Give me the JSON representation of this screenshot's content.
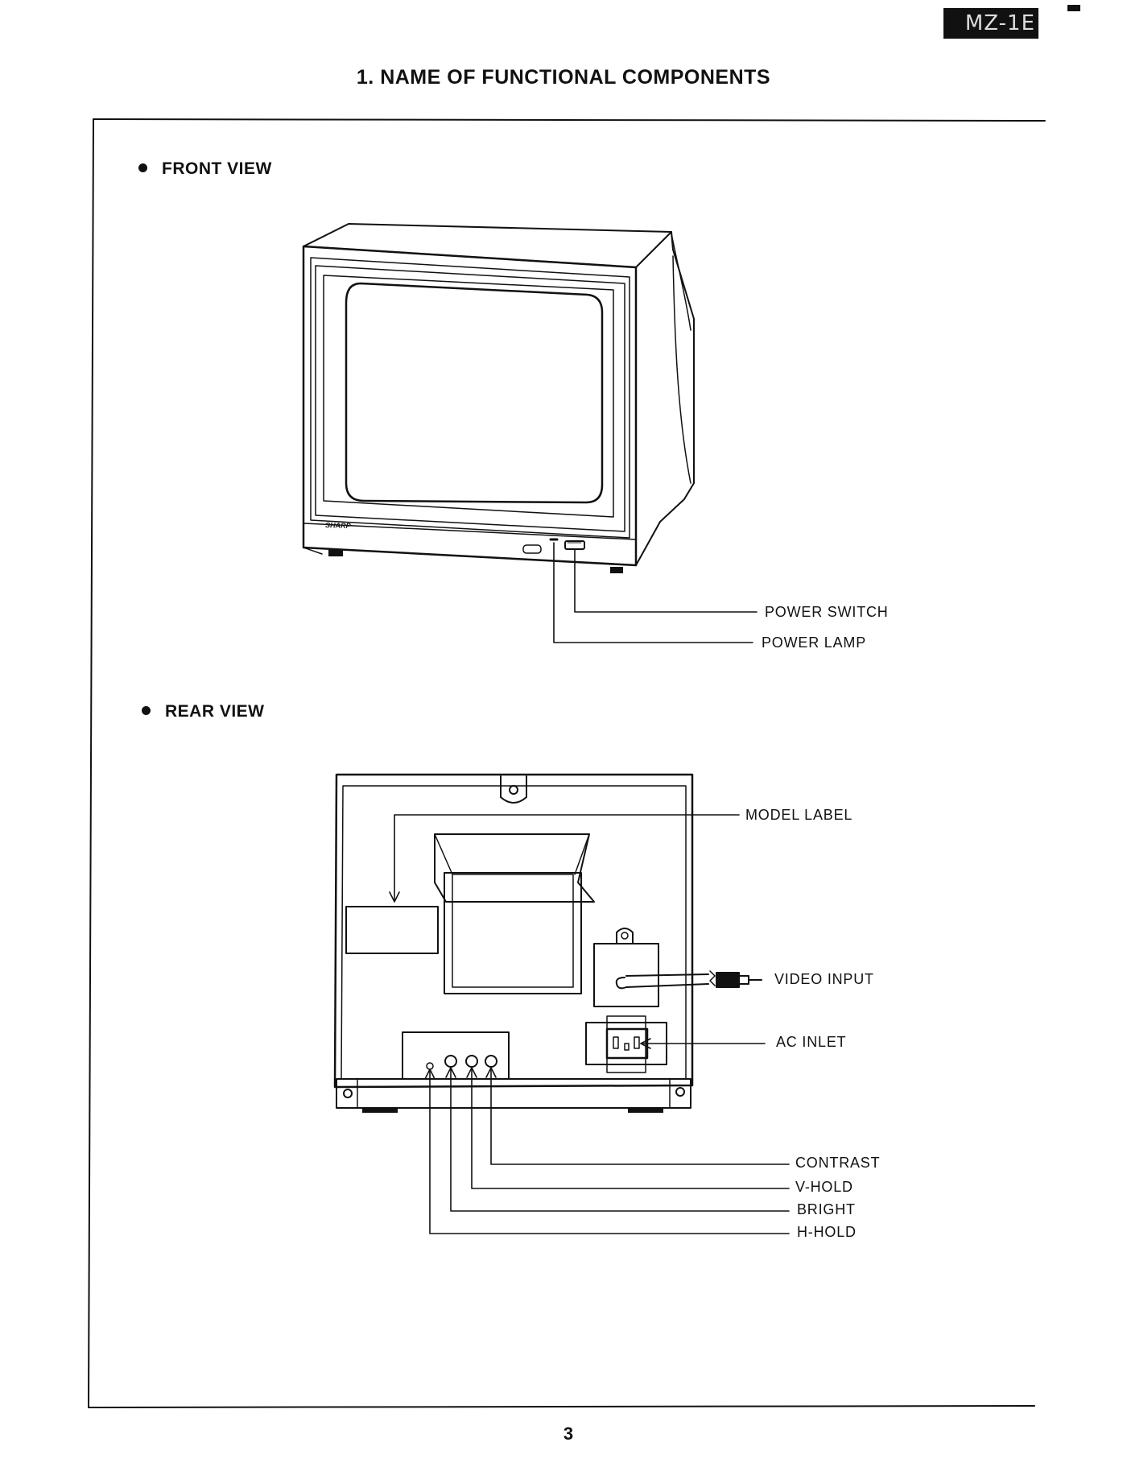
{
  "header": {
    "model_tag": "MZ-1E",
    "title": "1.  NAME  OF  FUNCTIONAL  COMPONENTS"
  },
  "front_view": {
    "heading": "FRONT VIEW",
    "brand_mark": "SHARP",
    "callouts": {
      "power_switch": "POWER SWITCH",
      "power_lamp": "POWER LAMP"
    }
  },
  "rear_view": {
    "heading": "REAR VIEW",
    "callouts": {
      "model_label": "MODEL LABEL",
      "video_input": "VIDEO INPUT",
      "ac_inlet": "AC INLET",
      "contrast": "CONTRAST",
      "v_hold": "V-HOLD",
      "bright": "BRIGHT",
      "h_hold": "H-HOLD"
    }
  },
  "footer": {
    "page_number": "3"
  }
}
